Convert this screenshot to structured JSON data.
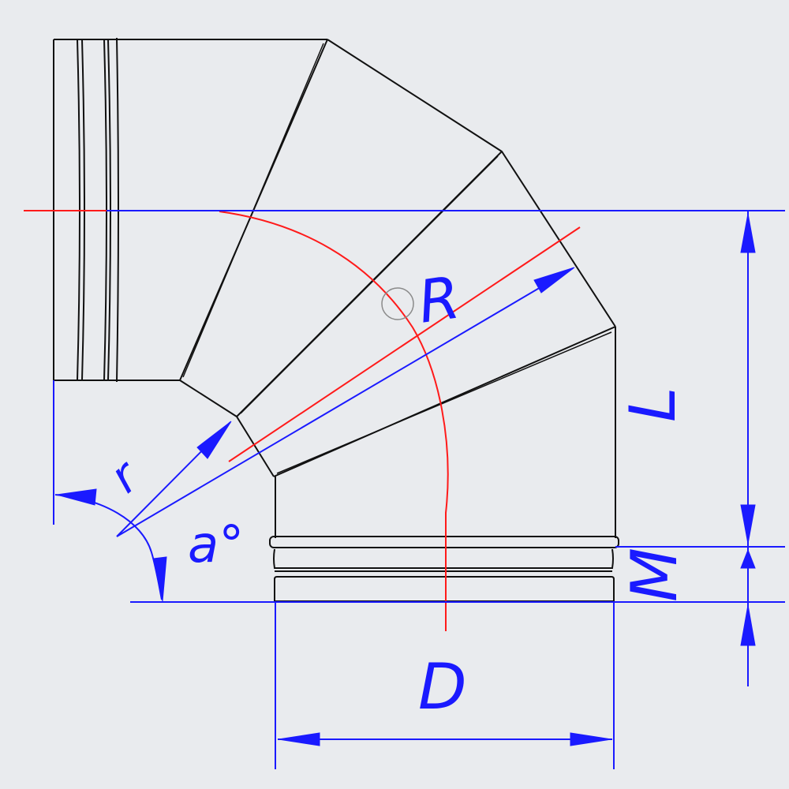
{
  "labels": {
    "radius_outer": "R",
    "radius_inner": "r",
    "angle": "a°",
    "length": "L",
    "socket": "M",
    "diameter": "D"
  },
  "colors": {
    "background": "#e9ebee",
    "outline": "#111111",
    "dimension": "#1a1aff",
    "centerline": "#ff1a1a"
  }
}
